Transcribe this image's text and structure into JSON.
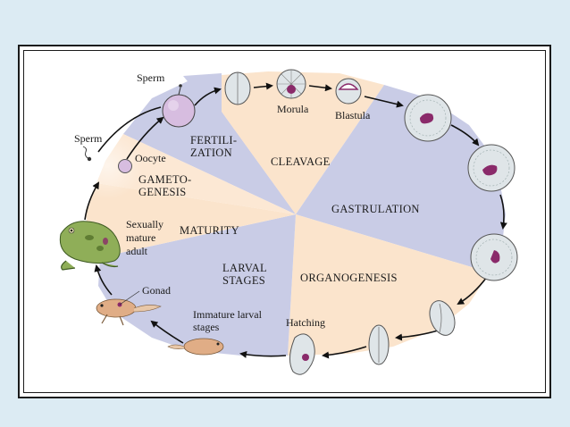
{
  "colors": {
    "background": "#dcebf3",
    "sector_blue": "#c9cce6",
    "sector_peach": "#fbe4cc",
    "arrow": "#111111",
    "egg_purple": "#d7bde0",
    "embryo_grey": "#dfe5e8",
    "inner_mass": "#8a2a6a",
    "frog_green": "#8fae58",
    "tadpole_tan": "#e0ad86"
  },
  "stages": {
    "fertilization": [
      "FERTILI-",
      "ZATION"
    ],
    "cleavage": "CLEAVAGE",
    "gastrulation": "GASTRULATION",
    "organogenesis": "ORGANOGENESIS",
    "larval": [
      "LARVAL",
      "STAGES"
    ],
    "maturity": "MATURITY",
    "gametogenesis": [
      "GAMETO-",
      "GENESIS"
    ]
  },
  "labels": {
    "sperm_top": "Sperm",
    "sperm_left": "Sperm",
    "oocyte": "Oocyte",
    "morula": "Morula",
    "blastula": "Blastula",
    "hatching": "Hatching",
    "immature_larval": [
      "Immature larval",
      "stages"
    ],
    "gonad": "Gonad",
    "adult": [
      "Sexually",
      "mature",
      "adult"
    ]
  }
}
